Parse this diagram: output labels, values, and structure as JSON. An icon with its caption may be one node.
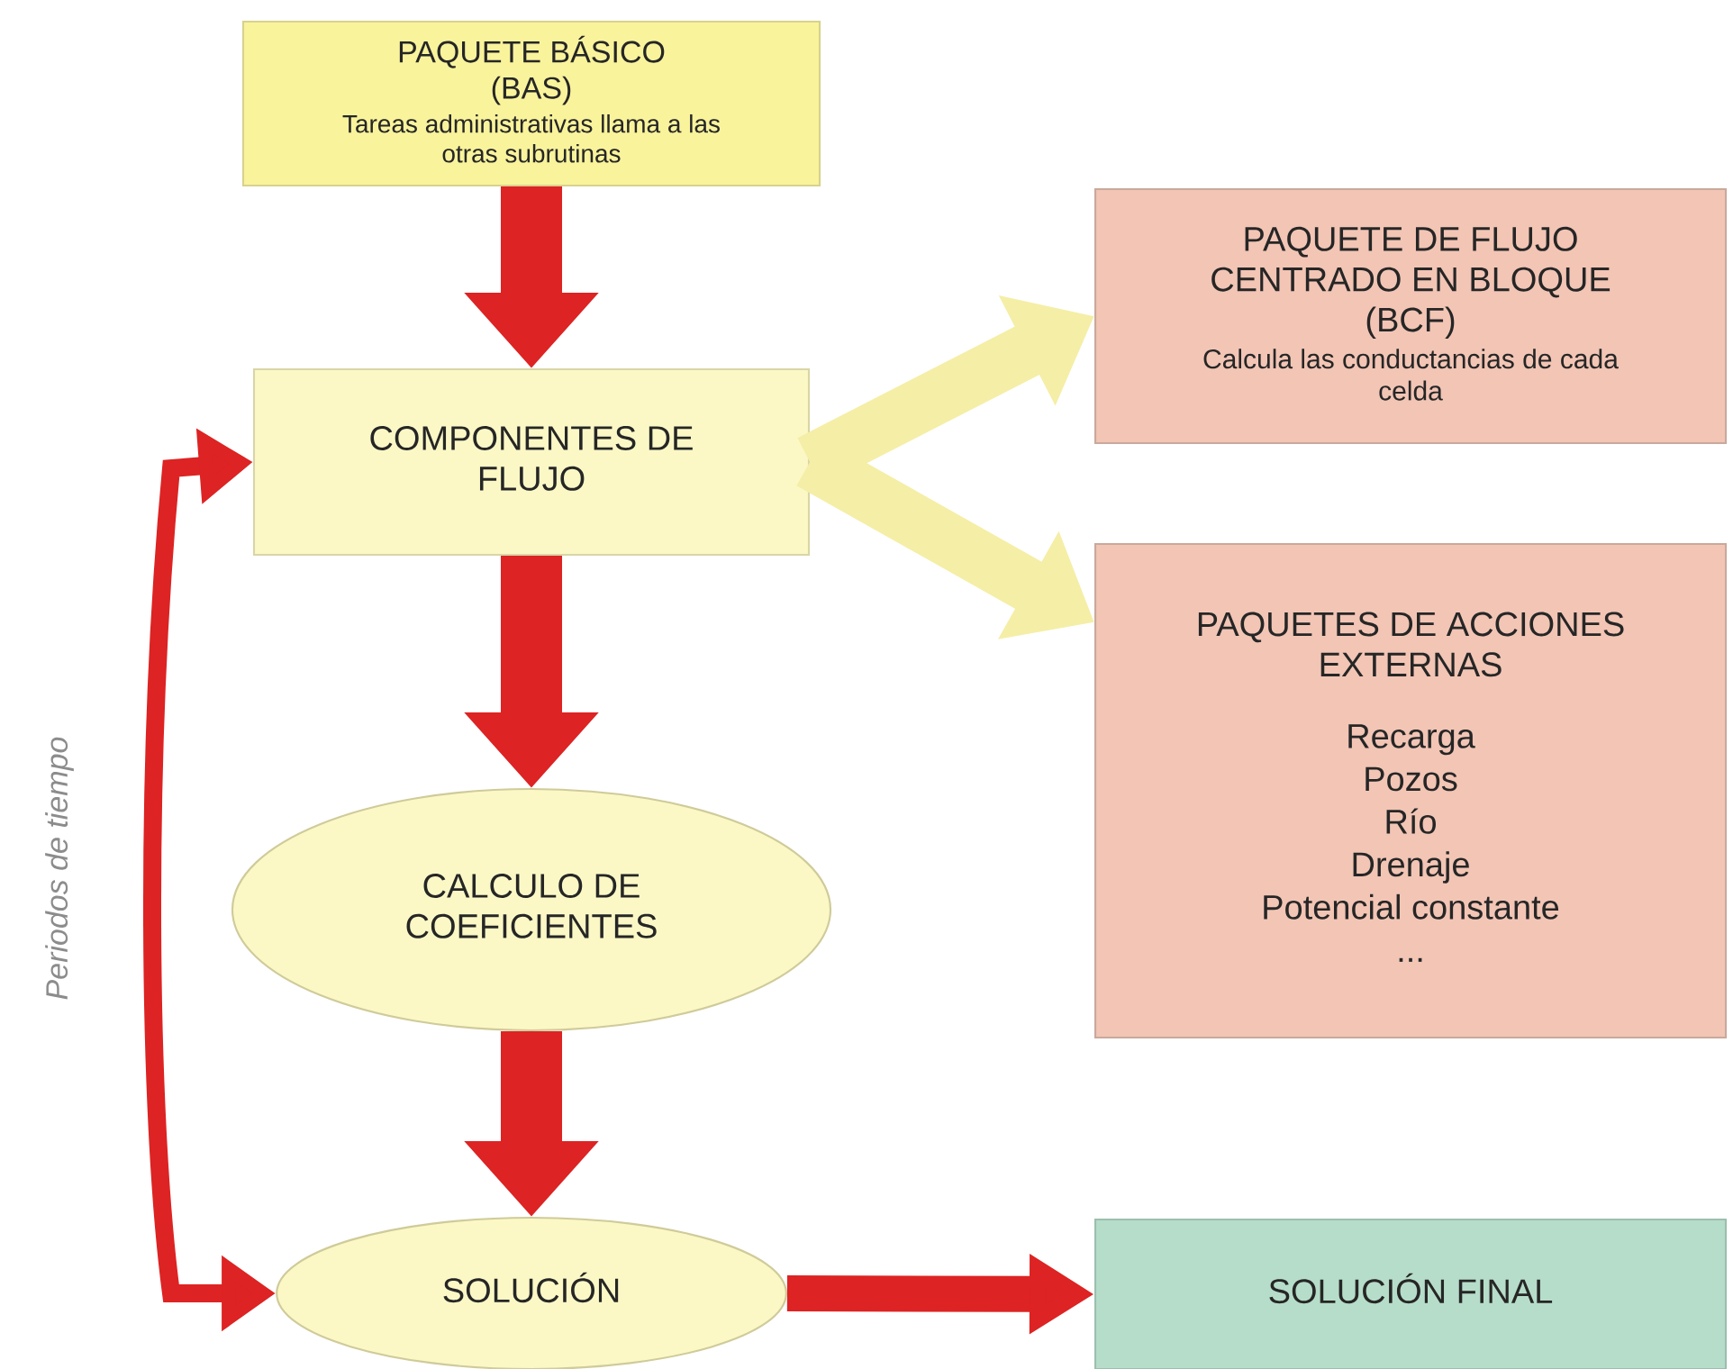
{
  "diagram": {
    "nodes": [
      {
        "text": [
          "PAQUETE BÁSICO (BAS)",
          "Tareas administrativas llama a las otras subrutinas"
        ]
      },
      {
        "text": [
          "COMPONENTES DE FLUJO"
        ]
      },
      {
        "text": [
          "PAQUETE DE FLUJO CENTRADO EN BLOQUE (BCF)",
          "Calcula las conductancias de cada celda"
        ]
      },
      {
        "text": [
          "PAQUETES DE ACCIONES EXTERNAS",
          "Recarga",
          "Pozos",
          "Río",
          "Drenaje",
          "Potencial constante",
          "..."
        ]
      },
      {
        "text": [
          "CALCULO DE COEFICIENTES"
        ]
      },
      {
        "text": [
          "SOLUCIÓN"
        ]
      },
      {
        "text": [
          "SOLUCIÓN FINAL"
        ]
      }
    ],
    "edges": [
      {
        "from": 0,
        "to": 1,
        "arrow": "to"
      },
      {
        "from": 1,
        "to": 2,
        "arrow": "to",
        "color": "#f5eea6"
      },
      {
        "from": 1,
        "to": 3,
        "arrow": "to",
        "color": "#f5eea6"
      },
      {
        "from": 1,
        "to": 4,
        "arrow": "to"
      },
      {
        "from": 4,
        "to": 5,
        "arrow": "to"
      },
      {
        "from": 5,
        "to": 6,
        "arrow": "to"
      },
      {
        "from": 1,
        "to": 5,
        "arrow": "both",
        "label": "Periodos de tiempo"
      }
    ]
  }
}
